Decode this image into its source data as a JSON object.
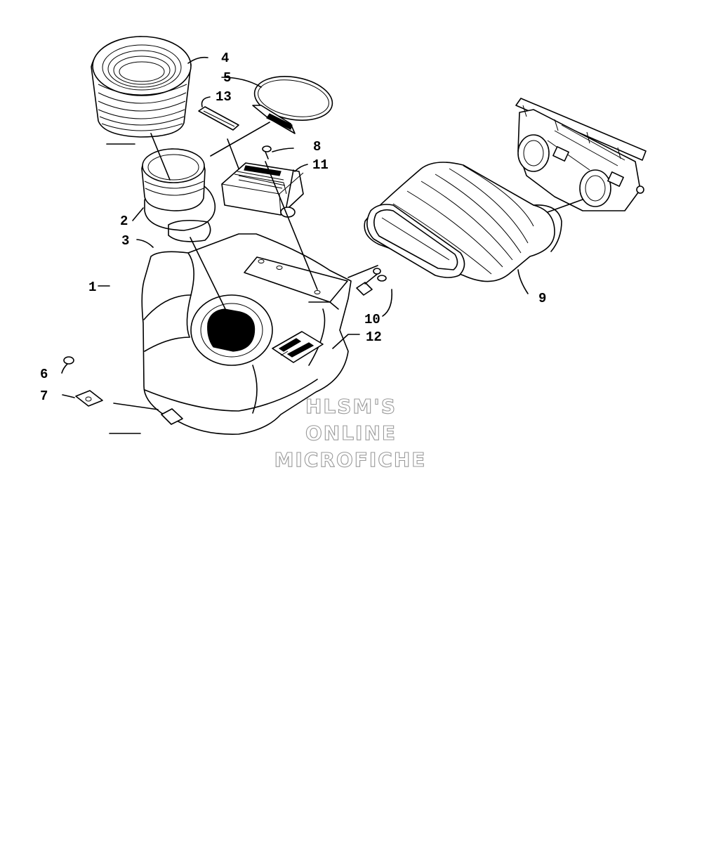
{
  "callouts": [
    {
      "id": "1",
      "text": "1"
    },
    {
      "id": "2",
      "text": "2"
    },
    {
      "id": "3",
      "text": "3"
    },
    {
      "id": "4",
      "text": "4"
    },
    {
      "id": "5",
      "text": "5"
    },
    {
      "id": "6",
      "text": "6"
    },
    {
      "id": "7",
      "text": "7"
    },
    {
      "id": "8",
      "text": "8"
    },
    {
      "id": "9",
      "text": "9"
    },
    {
      "id": "10",
      "text": "10"
    },
    {
      "id": "11",
      "text": "11"
    },
    {
      "id": "12",
      "text": "12"
    },
    {
      "id": "13",
      "text": "13"
    }
  ],
  "watermark": {
    "line1": "HLSM'S",
    "line2": "ONLINE",
    "line3": "MICROFICHE"
  }
}
